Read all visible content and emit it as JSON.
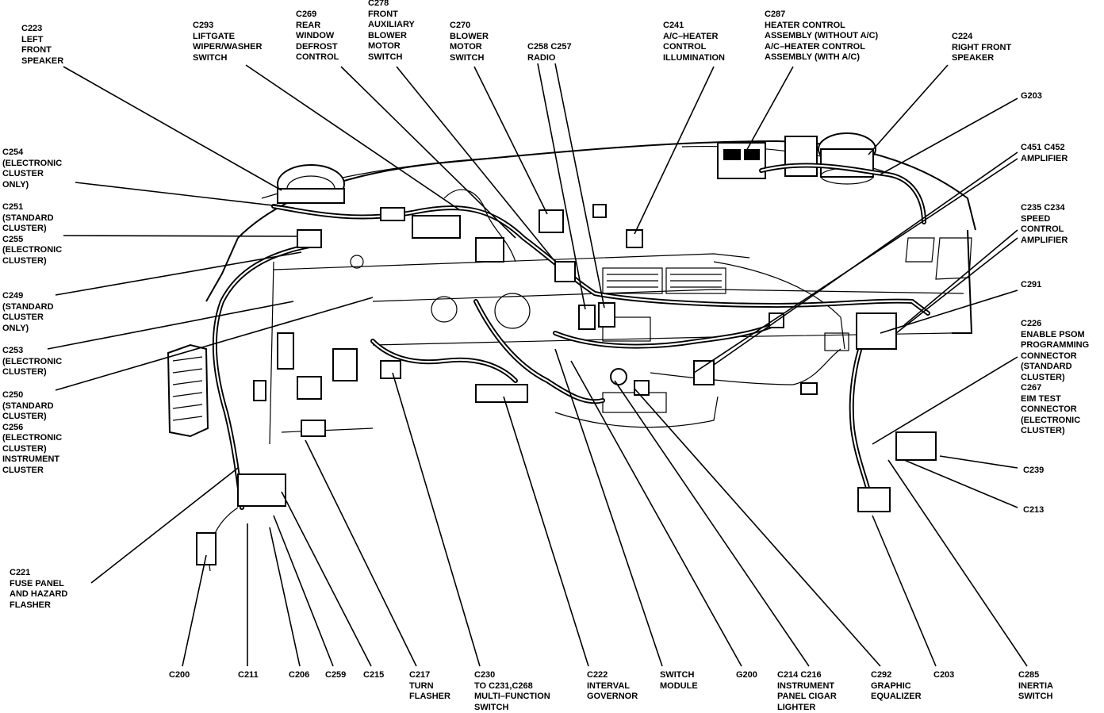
{
  "labels": [
    {
      "id": "c223",
      "lines": [
        "C223",
        "LEFT",
        "FRONT",
        "SPEAKER"
      ]
    },
    {
      "id": "c293",
      "lines": [
        "C293",
        "LIFTGATE",
        "WIPER/WASHER",
        "SWITCH"
      ]
    },
    {
      "id": "c269",
      "lines": [
        "C269",
        "REAR",
        "WINDOW",
        "DEFROST",
        "CONTROL"
      ]
    },
    {
      "id": "c278",
      "lines": [
        "C278",
        "FRONT",
        "AUXILIARY",
        "BLOWER",
        "MOTOR",
        "SWITCH"
      ]
    },
    {
      "id": "c270",
      "lines": [
        "C270",
        "BLOWER",
        "MOTOR",
        "SWITCH"
      ]
    },
    {
      "id": "c258",
      "lines": [
        "C258 C257",
        "RADIO"
      ]
    },
    {
      "id": "c241",
      "lines": [
        "C241",
        "A/C–HEATER",
        "CONTROL",
        "ILLUMINATION"
      ]
    },
    {
      "id": "c287",
      "lines": [
        "C287",
        "HEATER CONTROL",
        "ASSEMBLY (WITHOUT A/C)",
        "A/C–HEATER CONTROL",
        "ASSEMBLY (WITH A/C)"
      ]
    },
    {
      "id": "c224",
      "lines": [
        "C224",
        "RIGHT FRONT",
        "SPEAKER"
      ]
    },
    {
      "id": "g203",
      "lines": [
        "G203"
      ]
    },
    {
      "id": "c451",
      "lines": [
        "C451 C452",
        "AMPLIFIER"
      ]
    },
    {
      "id": "c235",
      "lines": [
        "C235 C234",
        "SPEED",
        "CONTROL",
        "AMPLIFIER"
      ]
    },
    {
      "id": "c291",
      "lines": [
        "C291"
      ]
    },
    {
      "id": "c226",
      "lines": [
        "C226",
        "ENABLE PSOM",
        "PROGRAMMING",
        "CONNECTOR",
        "(STANDARD",
        "CLUSTER)",
        "C267",
        "EIM TEST",
        "CONNECTOR",
        "(ELECTRONIC",
        "CLUSTER)"
      ]
    },
    {
      "id": "c239",
      "lines": [
        "C239"
      ]
    },
    {
      "id": "c213",
      "lines": [
        "C213"
      ]
    },
    {
      "id": "c254",
      "lines": [
        "C254",
        "(ELECTRONIC",
        "CLUSTER",
        "ONLY)"
      ]
    },
    {
      "id": "c251",
      "lines": [
        "C251",
        "(STANDARD",
        "CLUSTER)",
        "C255",
        "(ELECTRONIC",
        "CLUSTER)"
      ]
    },
    {
      "id": "c249",
      "lines": [
        "C249",
        "(STANDARD",
        "CLUSTER",
        "ONLY)"
      ]
    },
    {
      "id": "c253",
      "lines": [
        "C253",
        "(ELECTRONIC",
        "CLUSTER)"
      ]
    },
    {
      "id": "c250",
      "lines": [
        "C250",
        "(STANDARD",
        "CLUSTER)",
        "C256",
        "(ELECTRONIC",
        "CLUSTER)",
        "INSTRUMENT",
        "CLUSTER"
      ]
    },
    {
      "id": "c221",
      "lines": [
        "C221",
        "FUSE PANEL",
        "AND HAZARD",
        "FLASHER"
      ]
    },
    {
      "id": "c200",
      "lines": [
        "C200"
      ]
    },
    {
      "id": "c211",
      "lines": [
        "C211"
      ]
    },
    {
      "id": "c206",
      "lines": [
        "C206"
      ]
    },
    {
      "id": "c259",
      "lines": [
        "C259"
      ]
    },
    {
      "id": "c215",
      "lines": [
        "C215"
      ]
    },
    {
      "id": "c217",
      "lines": [
        "C217",
        "TURN",
        "FLASHER"
      ]
    },
    {
      "id": "c230",
      "lines": [
        "C230",
        "TO C231,C268",
        "MULTI–FUNCTION",
        "SWITCH"
      ]
    },
    {
      "id": "c222",
      "lines": [
        "C222",
        "INTERVAL",
        "GOVERNOR"
      ]
    },
    {
      "id": "switchmod",
      "lines": [
        "SWITCH",
        "MODULE"
      ]
    },
    {
      "id": "g200",
      "lines": [
        "G200"
      ]
    },
    {
      "id": "c214",
      "lines": [
        "C214 C216",
        "INSTRUMENT",
        "PANEL CIGAR",
        "LIGHTER"
      ]
    },
    {
      "id": "c292",
      "lines": [
        "C292",
        "GRAPHIC",
        "EQUALIZER"
      ]
    },
    {
      "id": "c203",
      "lines": [
        "C203"
      ]
    },
    {
      "id": "c285",
      "lines": [
        "C285",
        "INERTIA",
        "SWITCH"
      ]
    }
  ]
}
